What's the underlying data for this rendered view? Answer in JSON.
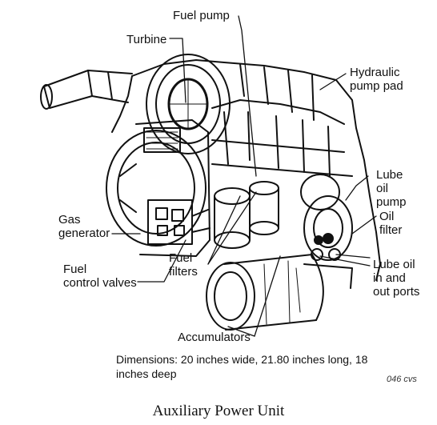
{
  "figure": {
    "caption": "Auxiliary Power Unit",
    "dimensions_note": "Dimensions: 20 inches wide, 21.80 inches long, 18 inches deep",
    "reference_code": "046 cvs"
  },
  "labels": {
    "fuel_pump": "Fuel pump",
    "turbine": "Turbine",
    "hydraulic_pump_pad_line1": "Hydraulic",
    "hydraulic_pump_pad_line2": "pump pad",
    "lube_oil_pump_line1": "Lube",
    "lube_oil_pump_line2": "oil",
    "lube_oil_pump_line3": "pump",
    "oil_filter_line1": "Oil",
    "oil_filter_line2": "filter",
    "gas_generator_line1": "Gas",
    "gas_generator_line2": "generator",
    "fuel_filters_line1": "Fuel",
    "fuel_filters_line2": "filters",
    "fuel_control_valves_line1": "Fuel",
    "fuel_control_valves_line2": "control valves",
    "lube_oil_ports_line1": "Lube oil",
    "lube_oil_ports_line2": "in and",
    "lube_oil_ports_line3": "out ports",
    "accumulators": "Accumulators"
  },
  "colors": {
    "ink": "#111111",
    "background": "#ffffff"
  }
}
